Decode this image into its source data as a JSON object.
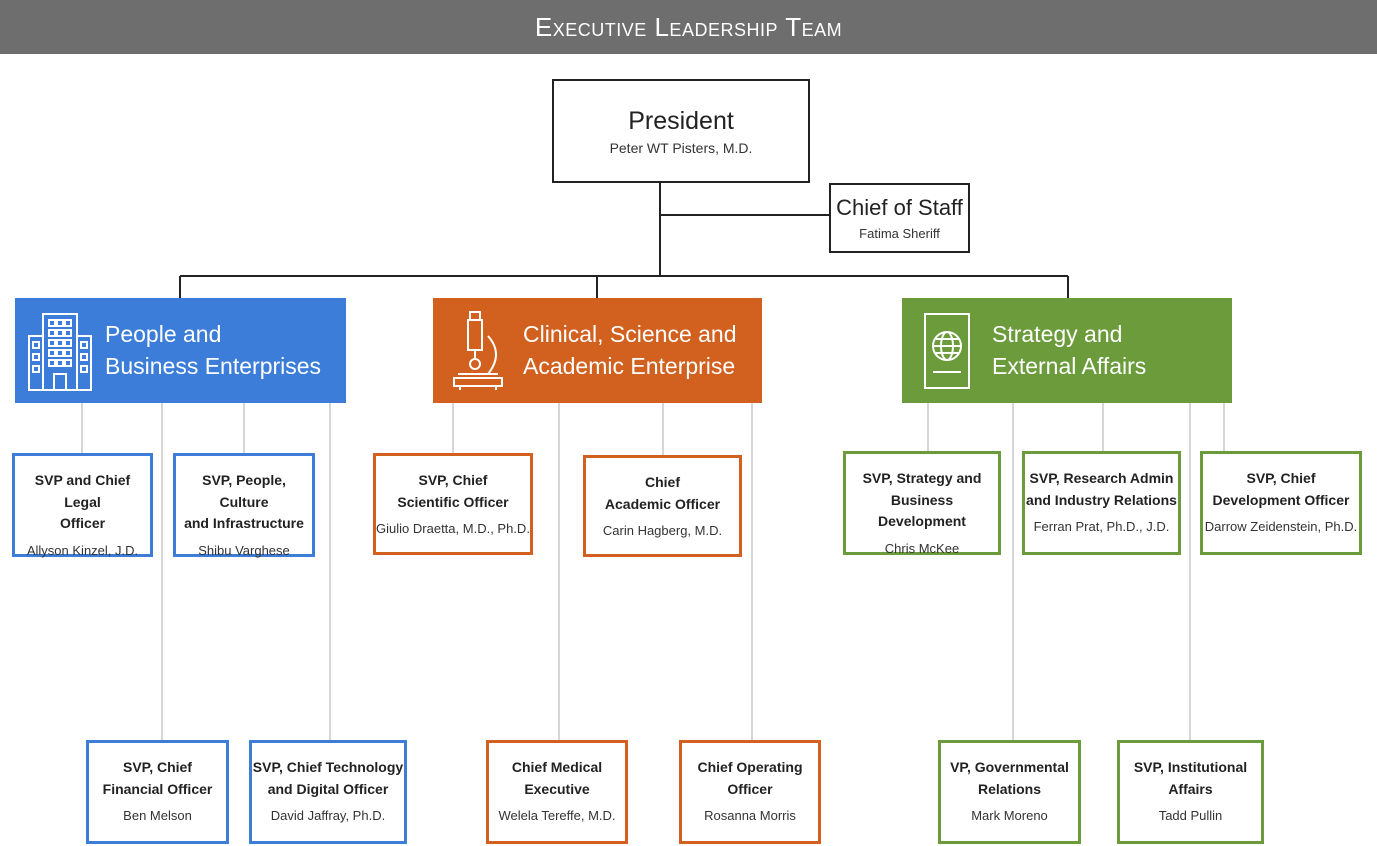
{
  "title": "Executive Leadership Team",
  "president": {
    "title": "President",
    "name": "Peter WT Pisters, M.D."
  },
  "chief_of_staff": {
    "title": "Chief of Staff",
    "name": "Fatima Sheriff"
  },
  "divisions": [
    {
      "label_line1": "People and",
      "label_line2": "Business Enterprises",
      "color": "#3b7dd8",
      "icon": "office-building-icon"
    },
    {
      "label_line1": "Clinical, Science and",
      "label_line2": "Academic Enterprise",
      "color": "#d2601f",
      "icon": "microscope-icon"
    },
    {
      "label_line1": "Strategy and",
      "label_line2": "External Affairs",
      "color": "#6b9b3a",
      "icon": "globe-document-icon"
    }
  ],
  "execs": [
    {
      "line1": "SVP and Chief Legal",
      "line2": "Officer",
      "name": "Allyson Kinzel, J.D."
    },
    {
      "line1": "SVP, People, Culture",
      "line2": "and Infrastructure",
      "name": "Shibu Varghese"
    },
    {
      "line1": "SVP, Chief",
      "line2": "Financial Officer",
      "name": "Ben Melson"
    },
    {
      "line1": "SVP, Chief Technology",
      "line2": "and Digital Officer",
      "name": "David Jaffray, Ph.D."
    },
    {
      "line1": "SVP, Chief",
      "line2": "Scientific Officer",
      "name": "Giulio Draetta, M.D., Ph.D."
    },
    {
      "line1": "Chief",
      "line2": "Academic Officer",
      "name": "Carin Hagberg, M.D."
    },
    {
      "line1": "Chief Medical",
      "line2": "Executive",
      "name": "Welela Tereffe, M.D."
    },
    {
      "line1": "Chief Operating",
      "line2": "Officer",
      "name": "Rosanna Morris"
    },
    {
      "line1": "SVP, Strategy and",
      "line2": "Business Development",
      "name": "Chris McKee"
    },
    {
      "line1": "SVP, Research Admin",
      "line2": "and Industry Relations",
      "name": "Ferran Prat, Ph.D., J.D."
    },
    {
      "line1": "SVP, Chief",
      "line2": "Development Officer",
      "name": "Darrow Zeidenstein, Ph.D."
    },
    {
      "line1": "VP, Governmental",
      "line2": "Relations",
      "name": "Mark Moreno"
    },
    {
      "line1": "SVP, Institutional",
      "line2": "Affairs",
      "name": "Tadd Pullin"
    }
  ]
}
